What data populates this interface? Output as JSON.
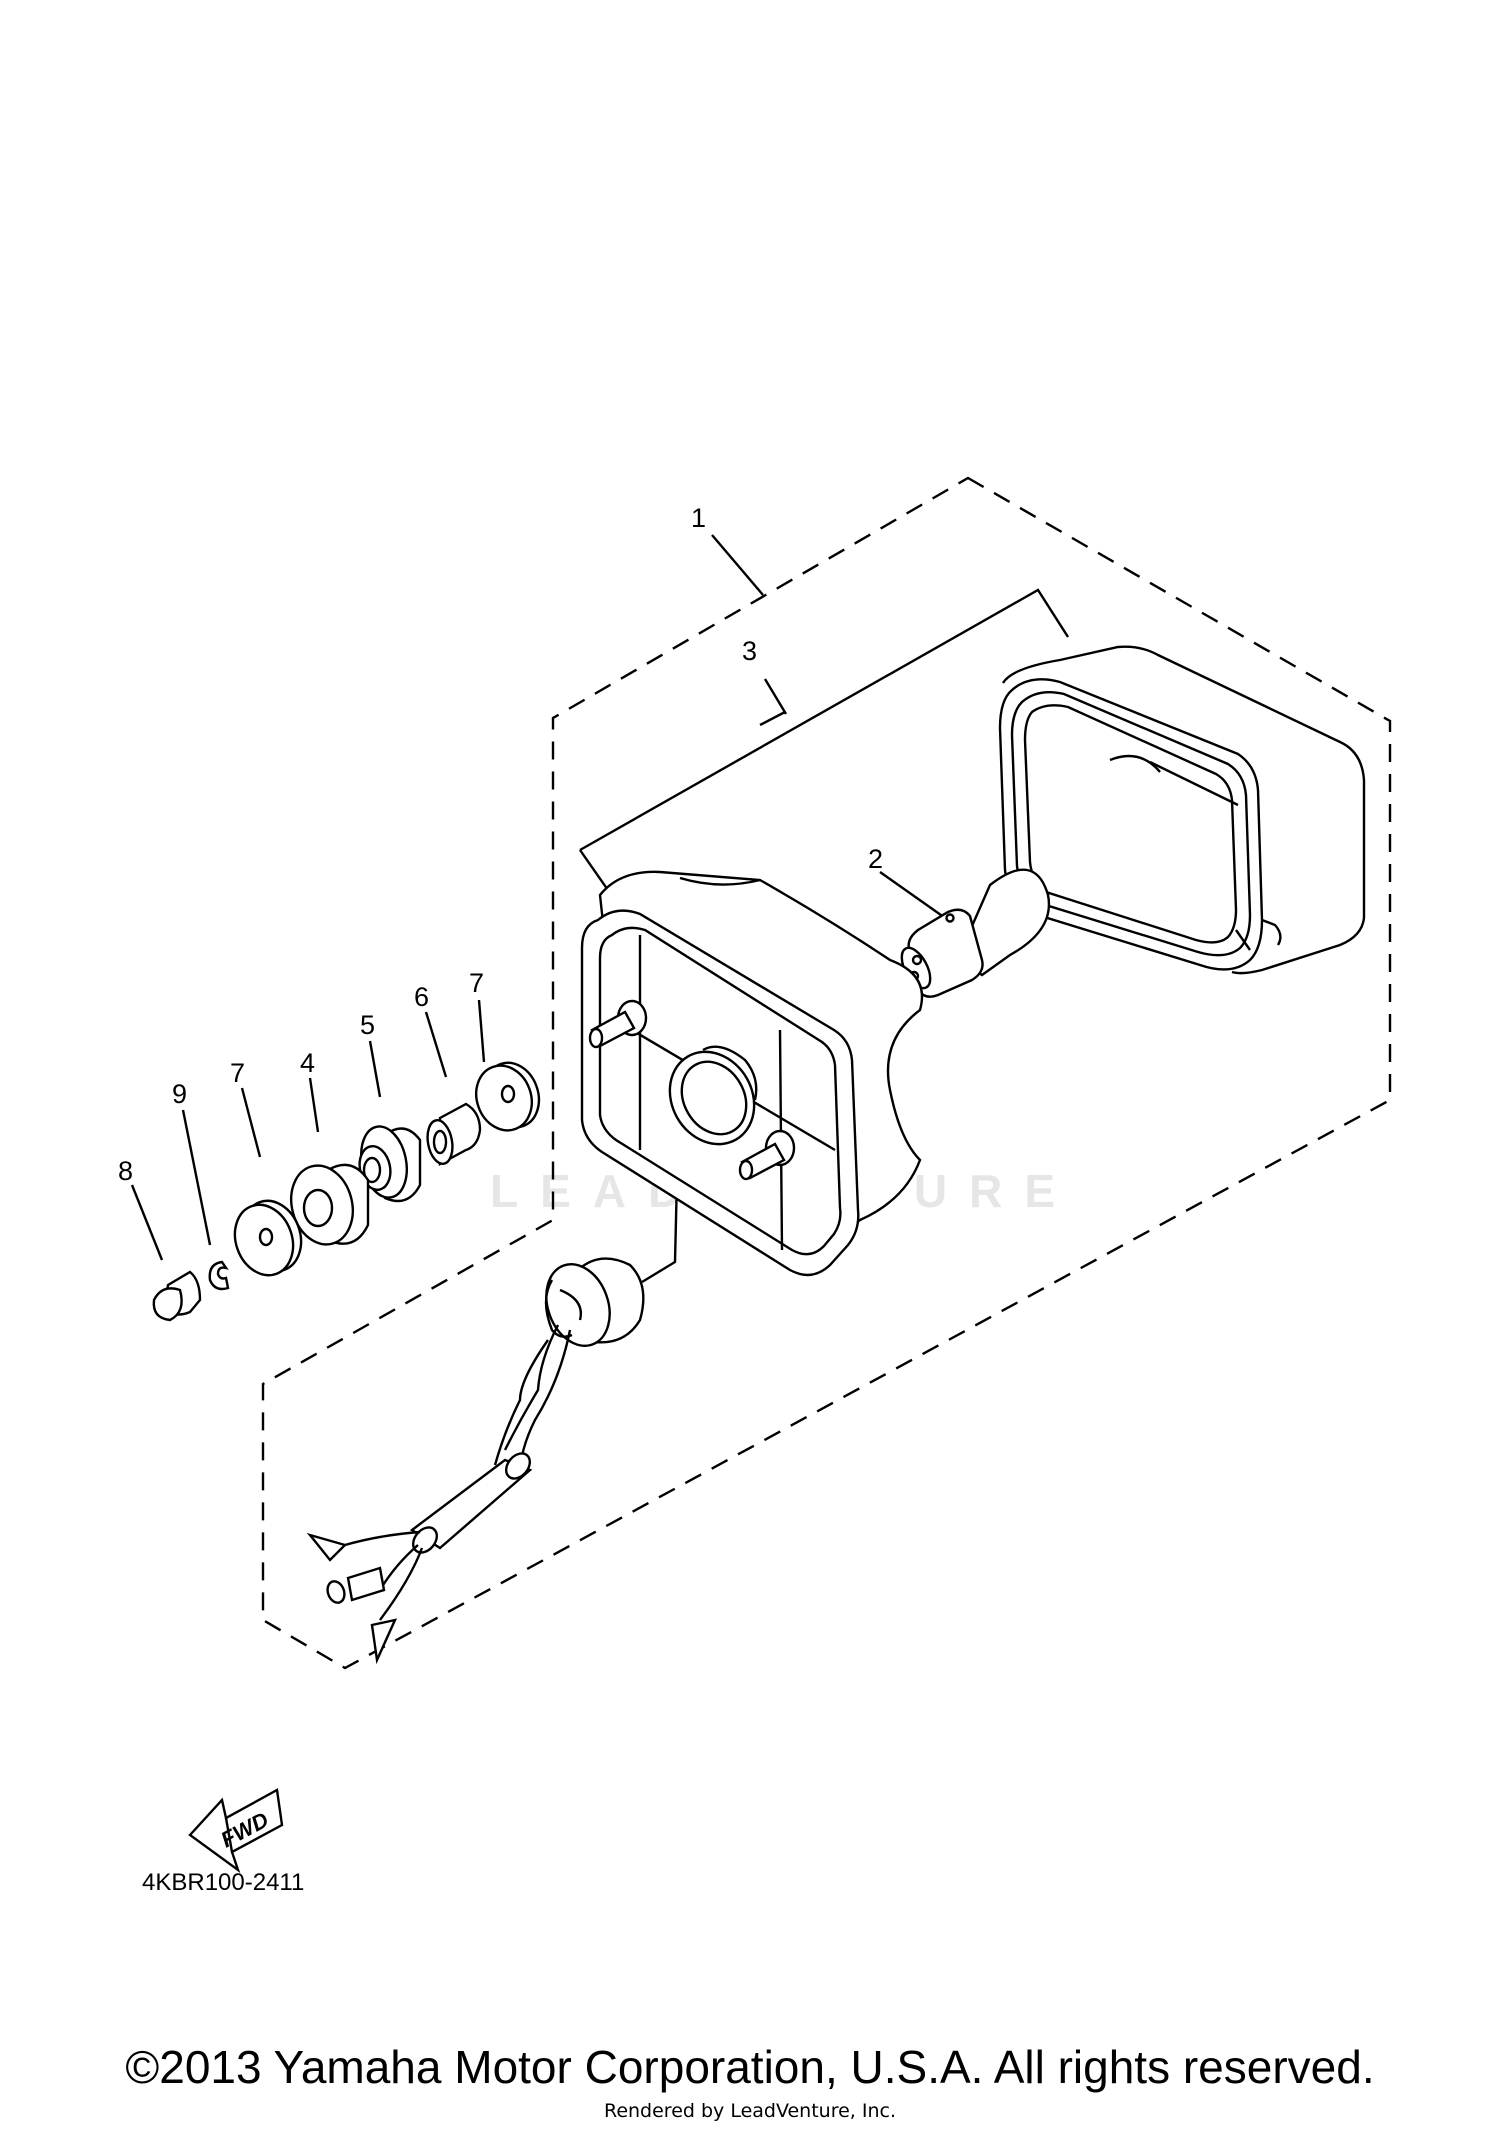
{
  "diagram": {
    "callouts": [
      {
        "id": "1",
        "text": "1"
      },
      {
        "id": "2",
        "text": "2"
      },
      {
        "id": "3",
        "text": "3"
      },
      {
        "id": "4",
        "text": "4"
      },
      {
        "id": "5",
        "text": "5"
      },
      {
        "id": "6",
        "text": "6"
      },
      {
        "id": "7a",
        "text": "7"
      },
      {
        "id": "7b",
        "text": "7"
      },
      {
        "id": "8",
        "text": "8"
      },
      {
        "id": "9",
        "text": "9"
      }
    ],
    "direction_label": "FWD",
    "drawing_code": "4KBR100-2411",
    "watermark": "LEADVENTURE"
  },
  "footer": {
    "copyright": "©2013 Yamaha Motor Corporation, U.S.A. All rights reserved.",
    "rendered_by": "Rendered by LeadVenture, Inc."
  }
}
